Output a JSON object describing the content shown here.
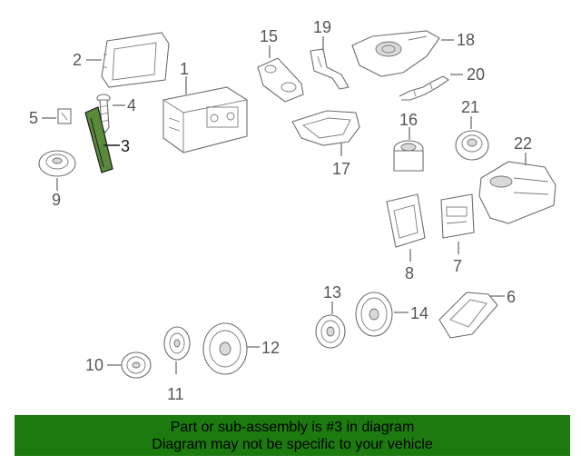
{
  "callouts": {
    "c1": "1",
    "c2": "2",
    "c3": "3",
    "c4": "4",
    "c5": "5",
    "c6": "6",
    "c7": "7",
    "c8": "8",
    "c9": "9",
    "c10": "10",
    "c11": "11",
    "c12": "12",
    "c13": "13",
    "c14": "14",
    "c15": "15",
    "c16": "16",
    "c17": "17",
    "c18": "18",
    "c19": "19",
    "c20": "20",
    "c21": "21",
    "c22": "22"
  },
  "highlight_color": "#5a8a3c",
  "banner": {
    "line1": "Part or sub-assembly is #3 in diagram",
    "line2": "Diagram may not be specific to your vehicle",
    "color": "#1d7a0f"
  }
}
